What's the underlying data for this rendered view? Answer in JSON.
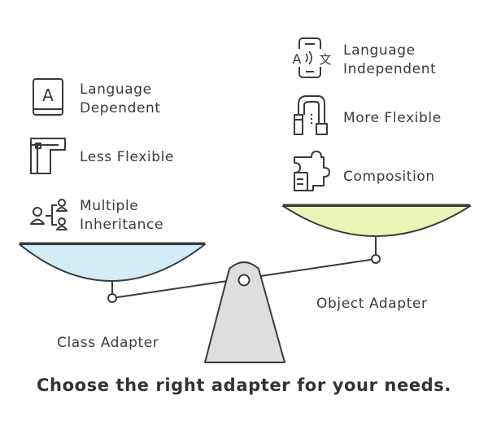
{
  "left_side": {
    "name": "Class Adapter",
    "items": [
      {
        "icon": "book-icon",
        "lines": [
          "Language",
          "Dependent"
        ]
      },
      {
        "icon": "pipe-elbow-icon",
        "lines": [
          "Less Flexible"
        ]
      },
      {
        "icon": "hierarchy-users-icon",
        "lines": [
          "Multiple",
          "Inheritance"
        ]
      }
    ]
  },
  "right_side": {
    "name": "Object Adapter",
    "items": [
      {
        "icon": "phone-translate-icon",
        "lines": [
          "Language",
          "Independent"
        ]
      },
      {
        "icon": "flexible-pipe-icon",
        "lines": [
          "More Flexible"
        ]
      },
      {
        "icon": "puzzle-pieces-icon",
        "lines": [
          "Composition"
        ]
      }
    ]
  },
  "caption": "Choose the right adapter for your needs.",
  "icon_letters": {
    "book": "A",
    "translate_left": "A",
    "translate_right": "文"
  },
  "colors": {
    "outline": "#3a3a3a",
    "left_pan": "#d3ecf7",
    "right_pan": "#e9f5b5",
    "fulcrum": "#dededf"
  }
}
